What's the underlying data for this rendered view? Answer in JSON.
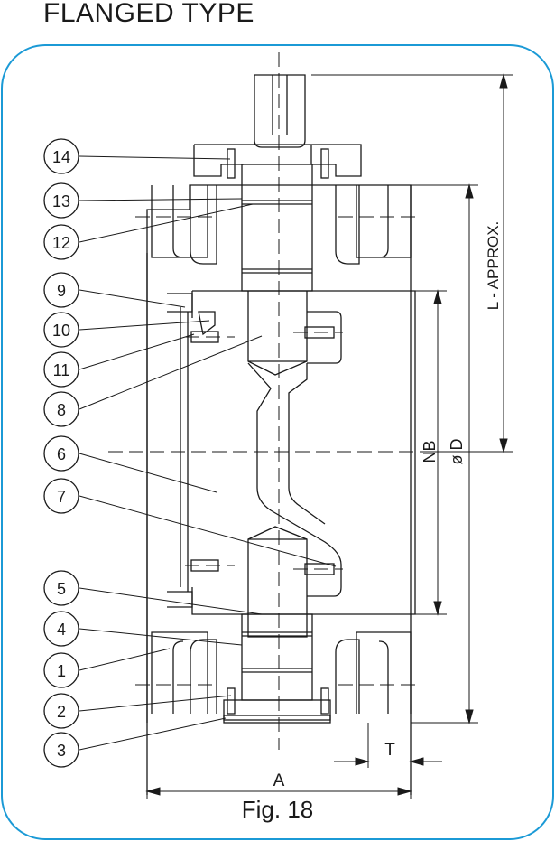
{
  "title": "FLANGED TYPE",
  "caption": "Fig. 18",
  "dimensions": {
    "L": "L - APPROX.",
    "NB": "NB",
    "D": "ø D",
    "T": "T",
    "A": "A"
  },
  "callouts": [
    "14",
    "13",
    "12",
    "9",
    "10",
    "11",
    "8",
    "6",
    "7",
    "5",
    "4",
    "1",
    "2",
    "3"
  ],
  "colors": {
    "frame": "#1b9ad6",
    "ink": "#1a1a1a"
  }
}
